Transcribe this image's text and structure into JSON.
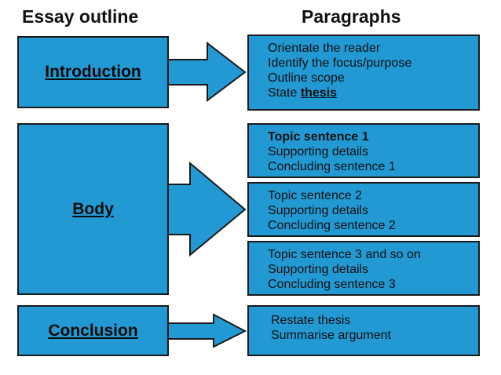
{
  "colors": {
    "fill": "#2399d3",
    "stroke": "#1a1a1a"
  },
  "headings": {
    "left": "Essay outline",
    "right": "Paragraphs"
  },
  "sections": {
    "introduction": "Introduction",
    "body": "Body",
    "conclusion": "Conclusion"
  },
  "paragraphs": {
    "introduction": {
      "lines": [
        "Orientate the reader",
        "Identify the focus/purpose",
        "Outline scope"
      ],
      "last_prefix": "State ",
      "last_emphasis": "thesis"
    },
    "body": [
      {
        "topic": "Topic sentence 1",
        "details": "Supporting details",
        "closing": "Concluding sentence 1"
      },
      {
        "topic": "Topic sentence 2",
        "details": "Supporting details",
        "closing": "Concluding sentence 2"
      },
      {
        "topic": "Topic sentence 3 and so on",
        "details": "Supporting details",
        "closing": "Concluding sentence 3"
      }
    ],
    "conclusion": [
      "Restate thesis",
      "Summarise argument"
    ]
  }
}
